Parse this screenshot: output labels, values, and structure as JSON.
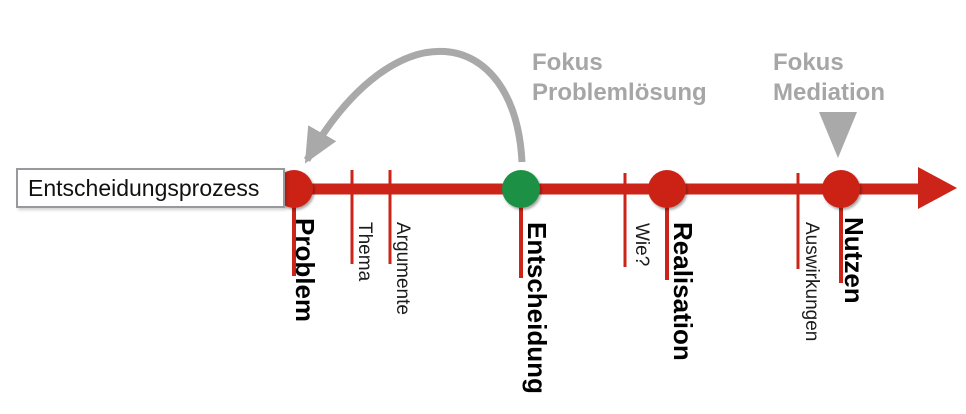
{
  "diagram": {
    "title_box": "Entscheidungsprozess",
    "stations": [
      {
        "label": "Problem",
        "dot_color": "#cc2418"
      },
      {
        "label": "Entscheidung",
        "dot_color": "#1e9144"
      },
      {
        "label": "Realisation",
        "dot_color": "#cc2418"
      },
      {
        "label": "Nutzen",
        "dot_color": "#cc2418"
      }
    ],
    "sub_labels": [
      {
        "label": "Thema"
      },
      {
        "label": "Argumente"
      },
      {
        "label": "Wie?"
      },
      {
        "label": "Auswirkungen"
      }
    ],
    "annotations": [
      {
        "line1": "Fokus",
        "line2": "Problemlösung"
      },
      {
        "line1": "Fokus",
        "line2": "Mediation"
      }
    ],
    "colors": {
      "timeline_red": "#cc2418",
      "decision_green": "#1e9144",
      "annotation_gray": "#a6a6a6"
    }
  }
}
